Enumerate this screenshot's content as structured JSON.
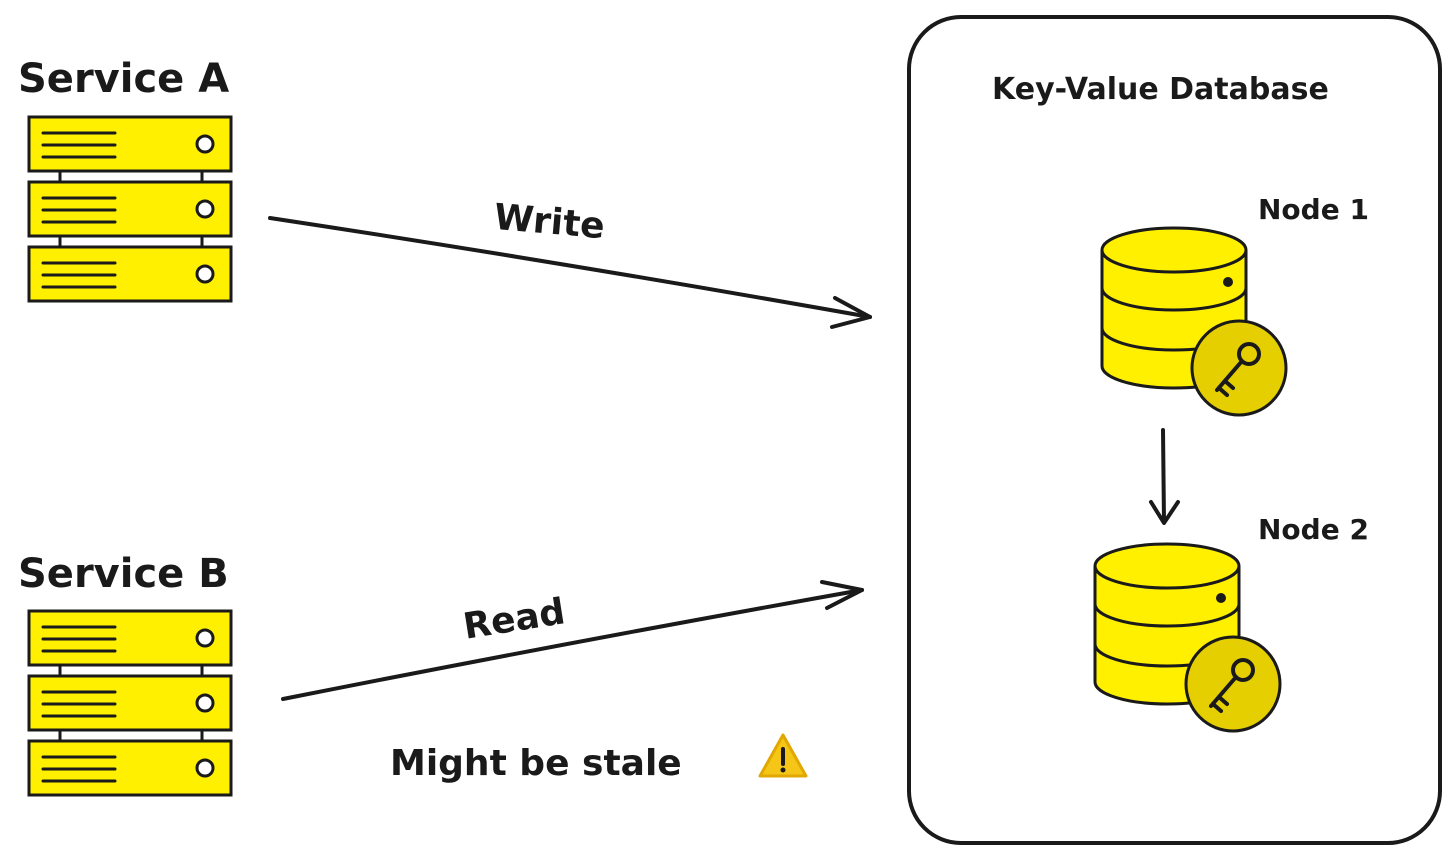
{
  "services": [
    {
      "name": "Service A"
    },
    {
      "name": "Service B"
    }
  ],
  "database": {
    "title": "Key-Value Database",
    "nodes": [
      {
        "label": "Node 1"
      },
      {
        "label": "Node 2"
      }
    ]
  },
  "operations": {
    "write_label": "Write",
    "read_label": "Read",
    "stale_note": "Might be stale",
    "stale_icon": "warning-icon"
  },
  "colors": {
    "server_fill": "#FFF000",
    "database_fill": "#FFF000",
    "key_badge_fill": "#E6CF00",
    "stroke": "#1a1a1a",
    "warning": "#F5C518"
  }
}
